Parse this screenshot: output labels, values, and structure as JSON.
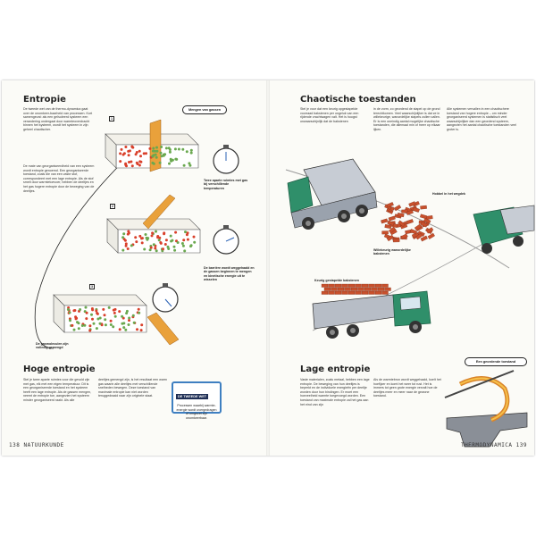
{
  "left_page": {
    "heading": "Entropie",
    "intro_paragraph_1": "De tweede wet van de thermo-dynamica gaat over de onomkeer-baarheid van processen. Kort samengevat: als een geïsoleerd systeem een verandering ondergaat door warmteoverdracht binnen het systeem, wordt het systeem in zijn geheel chaotischer.",
    "intro_paragraph_2": "De mate van georganiseerdheid van een systeem wordt entropie genoemd. Een georganiseerde toestand, zoals die van een vaste stof, correspondeert met een lage entropie. Als de stof smelt door warmtetoevoer, hebben de deeltjes en het gas hogere entropie door de beweging van de deeltjes.",
    "callout_mix": "Mengen van gassen",
    "label_two_spaces": "Twee aparte ruimtes met gas bij verschillende temperaturen",
    "label_barrier": "De barrière wordt weggehaald en de gassen beginnen te mengen en kinetische energie uit te wisselen",
    "label_particles": "De gasmoleculen zijn volledig gemengd",
    "step_numbers": [
      "1",
      "2",
      "3"
    ],
    "sub_heading": "Hoge entropie",
    "high_col_1": "Stel je twee aparte ruimtes voor die gevuld zijn met gas, elk met een eigen temperatuur. Dit is een georganiseerde toestand en het systeem heeft een lage entropie. Als de gassen mengen, neemt de entropie toe, aangezien het systeem minder georganiseerd raakt. Als alle",
    "high_col_2": "deeltjes gemengd zijn, is het resultaat een warm gas waarin alle deeltjes met verschillende snelheden bewegen. Deze toestand van maximale entropie kan niet worden teruggedraaid naar zijn originele staat.",
    "box_title": "DE TWEEDE WET",
    "box_body": "Processen waarbij warmte-energie wordt overgedragen of omgezet zijn onomkeerbaar.",
    "folio_number": "138",
    "folio_label": "NATUURKUNDE"
  },
  "right_page": {
    "heading": "Chaotische toestanden",
    "col_1": "Stel je voor dat een keurig opgestapelde voorraad bakstenen per ongeluk van een rijdende vrachtwagen valt. Het is hoogst onwaarschijnlijk dat de bakstenen",
    "col_2": "in de vorm, zo geordend de stapel op de grond terechtkomen. Veel waarschijnlijker is dat ze in willekeurige, wanordelijke stapels zullen vallen. Er is een oneindig aantal mogelijke chaotische toestanden, die allemaal min of meer op elkaar lijken.",
    "col_3": "Alle systemen vervallen in een chaotischere toestand van hogere entropie – om minder georganiseerd systemen is statistisch veel waarschijnlijker dan een geordend systeem, aangezien het aantal chaotische toestanden veel groter is.",
    "label_pile": "Hobbel in het wegdek",
    "label_random": "Willekeurig wanordelijke bakstenen",
    "label_neat": "Keurig gestapelde bakstenen",
    "sub_heading": "Lage entropie",
    "low_col_1": "Vaste materialen, zoals metaal, hebben een lage entropie. De beweging van hun deeltjes is beperkt en de individuele energieën per deeltje worden door hun bindingen. Er moet een hoeveelheid warmte toegevoegd worden. Een toestand van maximale entropie zal het gas aan het eind van zijn",
    "low_col_2": "Als de warmtebron wordt weggehaald, koelt het hoefijzer en komt het weer tot rust. Het is immers tot geen grote energie vervalt hoe de deeltjes meer en meer naar de gewone toestand.",
    "callout_order": "Een geordende toestand",
    "folio_number": "139",
    "folio_label": "THERMODYNAMICA"
  },
  "colors": {
    "box_border": "#3e7fc1",
    "truck_green": "#2f8f6a",
    "brick": "#c8502c",
    "hot_gas": "#d9402b",
    "cold_gas": "#6aa84f"
  }
}
